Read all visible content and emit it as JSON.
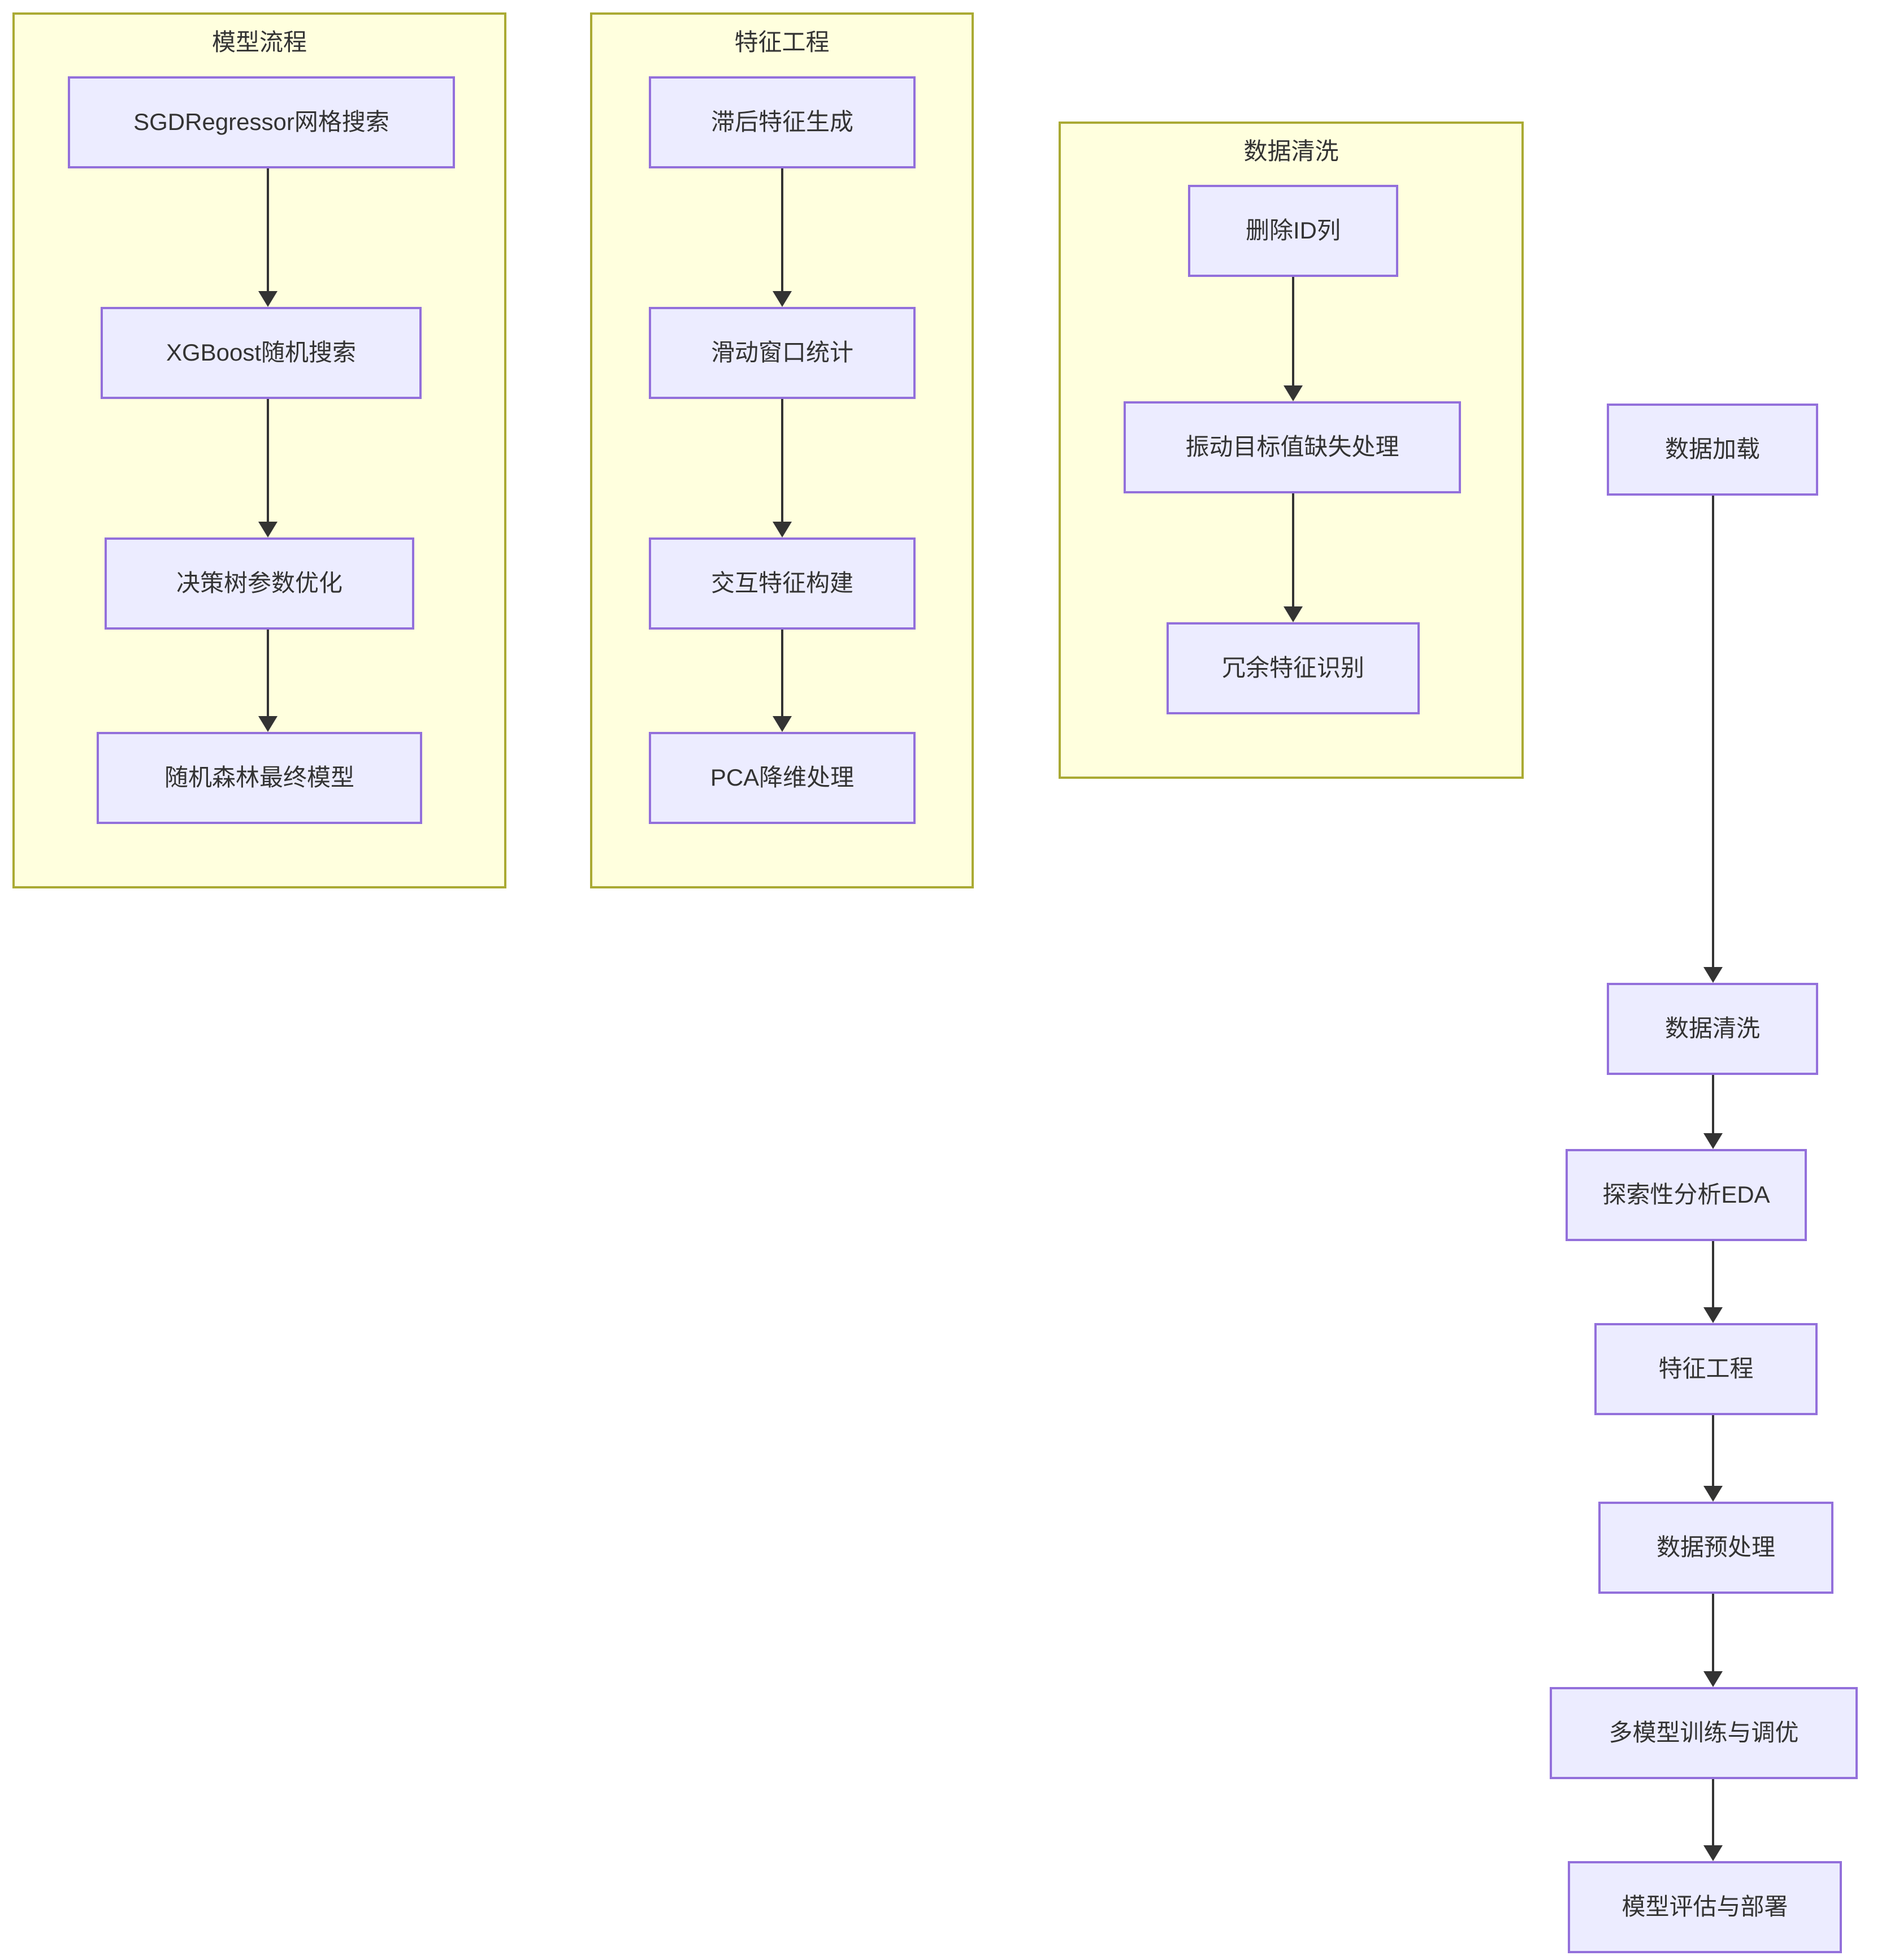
{
  "diagram": {
    "type": "flowchart",
    "direction": "top-down",
    "title_visible": false,
    "colors": {
      "cluster_fill": "#ffffde",
      "cluster_stroke": "#aaaa33",
      "node_fill": "#ececff",
      "node_stroke": "#9370db",
      "edge_stroke": "#333333",
      "text": "#333333",
      "background": "#ffffff"
    }
  },
  "clusters": [
    {
      "id": "model-pipeline",
      "title": "模型流程",
      "nodes": [
        {
          "id": "sgd-grid-search",
          "label": "SGDRegressor网格搜索"
        },
        {
          "id": "xgboost-random-search",
          "label": "XGBoost随机搜索"
        },
        {
          "id": "decision-tree-tuning",
          "label": "决策树参数优化"
        },
        {
          "id": "random-forest-final",
          "label": "随机森林最终模型"
        }
      ],
      "edges": [
        {
          "from": "sgd-grid-search",
          "to": "xgboost-random-search"
        },
        {
          "from": "xgboost-random-search",
          "to": "decision-tree-tuning"
        },
        {
          "from": "decision-tree-tuning",
          "to": "random-forest-final"
        }
      ]
    },
    {
      "id": "feature-engineering",
      "title": "特征工程",
      "nodes": [
        {
          "id": "lag-feature-generation",
          "label": "滞后特征生成"
        },
        {
          "id": "rolling-window-stats",
          "label": "滑动窗口统计"
        },
        {
          "id": "interaction-features",
          "label": "交互特征构建"
        },
        {
          "id": "pca-reduction",
          "label": "PCA降维处理"
        }
      ],
      "edges": [
        {
          "from": "lag-feature-generation",
          "to": "rolling-window-stats"
        },
        {
          "from": "rolling-window-stats",
          "to": "interaction-features"
        },
        {
          "from": "interaction-features",
          "to": "pca-reduction"
        }
      ]
    },
    {
      "id": "data-cleaning",
      "title": "数据清洗",
      "nodes": [
        {
          "id": "drop-id-column",
          "label": "删除ID列"
        },
        {
          "id": "vibration-missing-handling",
          "label": "振动目标值缺失处理"
        },
        {
          "id": "redundant-feature-detect",
          "label": "冗余特征识别"
        }
      ],
      "edges": [
        {
          "from": "drop-id-column",
          "to": "vibration-missing-handling"
        },
        {
          "from": "vibration-missing-handling",
          "to": "redundant-feature-detect"
        }
      ]
    }
  ],
  "main_flow": {
    "id": "main-pipeline",
    "nodes": [
      {
        "id": "data-loading",
        "label": "数据加载"
      },
      {
        "id": "data-cleaning-step",
        "label": "数据清洗"
      },
      {
        "id": "eda",
        "label": "探索性分析EDA"
      },
      {
        "id": "feature-engineering-step",
        "label": "特征工程"
      },
      {
        "id": "data-preprocessing",
        "label": "数据预处理"
      },
      {
        "id": "multi-model-training",
        "label": "多模型训练与调优"
      },
      {
        "id": "model-eval-deploy",
        "label": "模型评估与部署"
      }
    ],
    "edges": [
      {
        "from": "data-loading",
        "to": "data-cleaning-step"
      },
      {
        "from": "data-cleaning-step",
        "to": "eda"
      },
      {
        "from": "eda",
        "to": "feature-engineering-step"
      },
      {
        "from": "feature-engineering-step",
        "to": "data-preprocessing"
      },
      {
        "from": "data-preprocessing",
        "to": "multi-model-training"
      },
      {
        "from": "multi-model-training",
        "to": "model-eval-deploy"
      }
    ]
  }
}
